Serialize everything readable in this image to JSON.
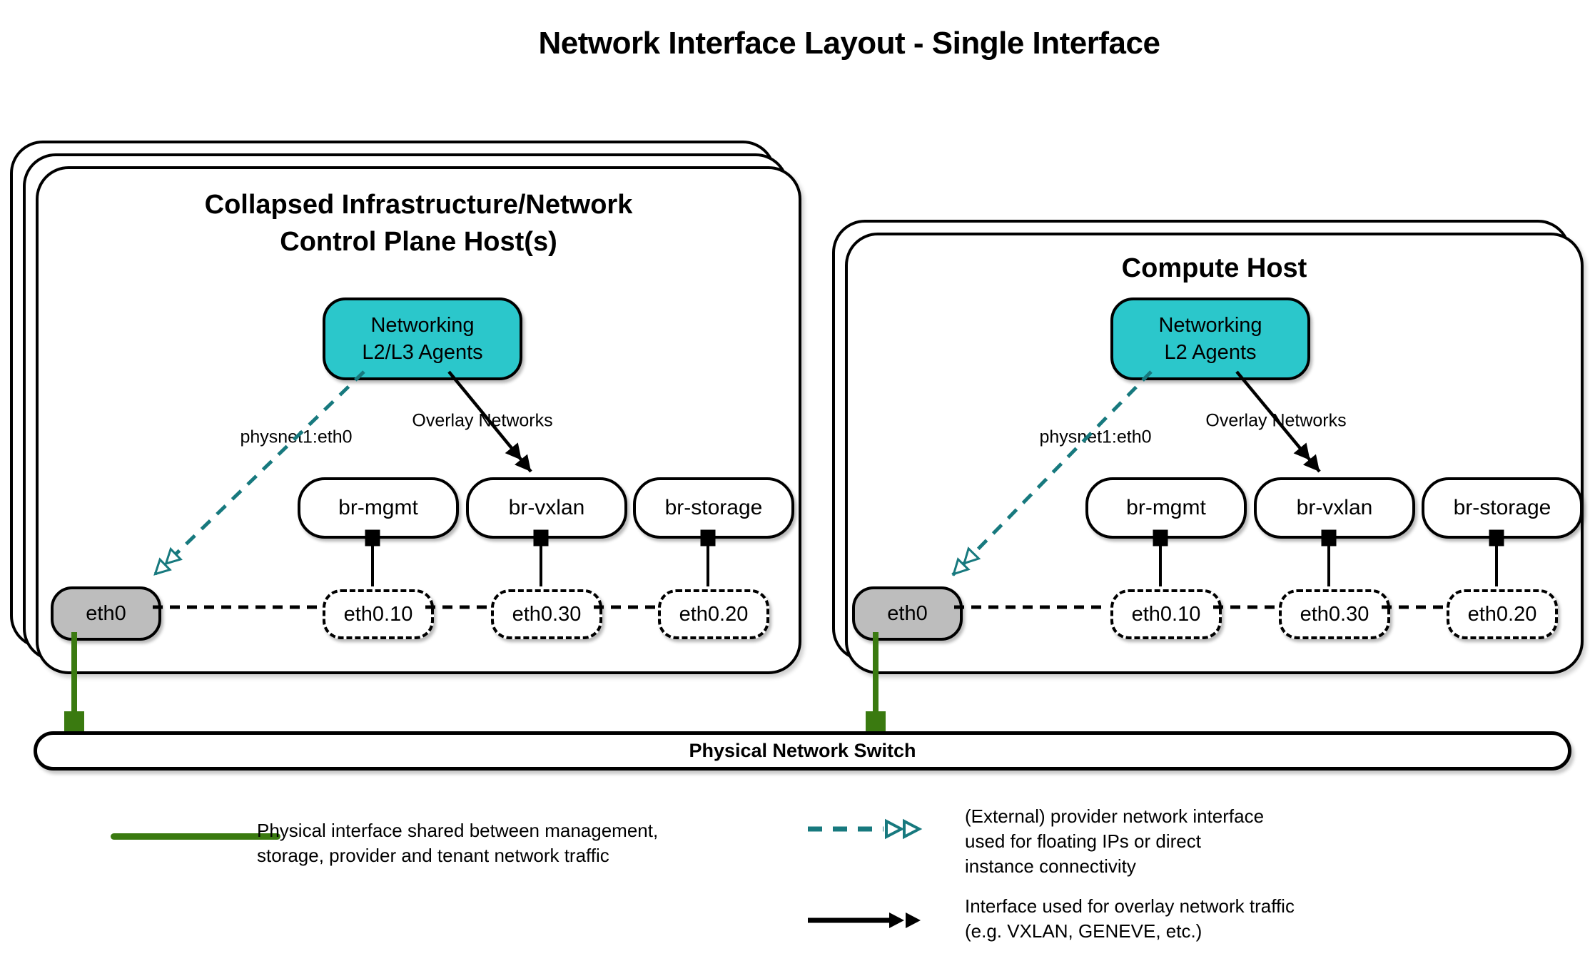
{
  "title": "Network Interface Layout - Single Interface",
  "hosts": [
    {
      "title_lines": [
        "Collapsed Infrastructure/Network",
        "Control Plane Host(s)"
      ],
      "agent_lines": [
        "Networking",
        "L2/L3 Agents"
      ],
      "provider_arrow_label": "physnet1:eth0",
      "overlay_arrow_label": "Overlay Networks",
      "bridges": [
        "br-mgmt",
        "br-vxlan",
        "br-storage"
      ],
      "physical_interface": "eth0",
      "vlan_interfaces": [
        "eth0.10",
        "eth0.30",
        "eth0.20"
      ]
    },
    {
      "title_lines": [
        "Compute Host"
      ],
      "agent_lines": [
        "Networking",
        "L2 Agents"
      ],
      "provider_arrow_label": "physnet1:eth0",
      "overlay_arrow_label": "Overlay Networks",
      "bridges": [
        "br-mgmt",
        "br-vxlan",
        "br-storage"
      ],
      "physical_interface": "eth0",
      "vlan_interfaces": [
        "eth0.10",
        "eth0.30",
        "eth0.20"
      ]
    }
  ],
  "switch_label": "Physical Network Switch",
  "legend": [
    {
      "symbol": "green-solid-line",
      "lines": [
        "Physical interface shared between management,",
        "storage, provider and tenant network traffic"
      ]
    },
    {
      "symbol": "teal-dashed-double-open-arrow",
      "lines": [
        "(External) provider network interface",
        "used for floating IPs or direct",
        "instance connectivity"
      ]
    },
    {
      "symbol": "black-solid-double-arrow",
      "lines": [
        "Interface used for overlay network traffic",
        "(e.g. VXLAN, GENEVE, etc.)"
      ]
    }
  ],
  "colors": {
    "agent_fill": "#2BC7CB",
    "provider_teal": "#17797E",
    "physical_green": "#3A7A10",
    "interface_gray": "#BDBDBD"
  }
}
